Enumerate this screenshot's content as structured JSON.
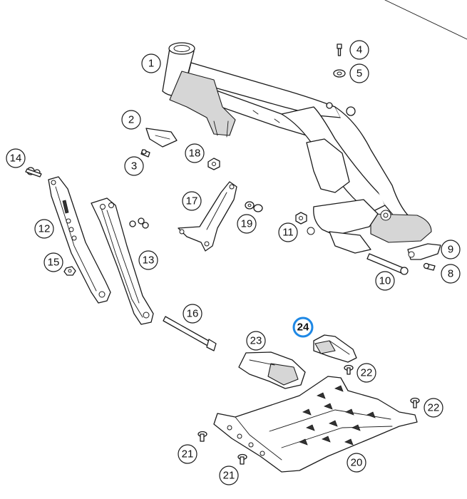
{
  "colors": {
    "line": "#1a1a1a",
    "highlight": "#1e88e5",
    "background": "#ffffff"
  },
  "callouts": [
    {
      "id": "c1",
      "label": "1"
    },
    {
      "id": "c2",
      "label": "2"
    },
    {
      "id": "c3",
      "label": "3"
    },
    {
      "id": "c4",
      "label": "4"
    },
    {
      "id": "c5",
      "label": "5"
    },
    {
      "id": "c8",
      "label": "8"
    },
    {
      "id": "c9",
      "label": "9"
    },
    {
      "id": "c10",
      "label": "10"
    },
    {
      "id": "c11",
      "label": "11"
    },
    {
      "id": "c12",
      "label": "12"
    },
    {
      "id": "c13",
      "label": "13"
    },
    {
      "id": "c14",
      "label": "14"
    },
    {
      "id": "c15",
      "label": "15"
    },
    {
      "id": "c16",
      "label": "16"
    },
    {
      "id": "c17",
      "label": "17"
    },
    {
      "id": "c18",
      "label": "18"
    },
    {
      "id": "c19",
      "label": "19"
    },
    {
      "id": "c20",
      "label": "20"
    },
    {
      "id": "c21a",
      "label": "21"
    },
    {
      "id": "c21b",
      "label": "21"
    },
    {
      "id": "c22a",
      "label": "22"
    },
    {
      "id": "c22b",
      "label": "22"
    },
    {
      "id": "c23",
      "label": "23"
    },
    {
      "id": "c24",
      "label": "24",
      "highlighted": true
    }
  ]
}
